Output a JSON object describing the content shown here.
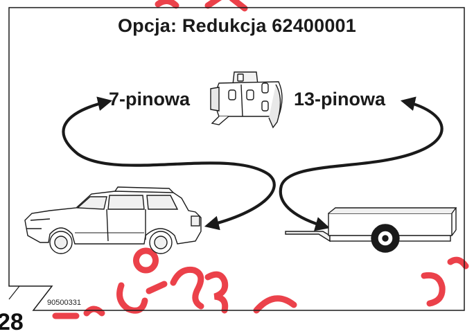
{
  "diagram": {
    "title": "Opcja: Redukcja 62400001",
    "left_label": "7-pinowa",
    "right_label": "13-pinowa",
    "figure_number": "90500331",
    "page_number": "28"
  },
  "colors": {
    "line": "#1a1a1a",
    "watermark": "#e8212b",
    "background": "#ffffff"
  },
  "icons": [
    "adapter-plug-icon",
    "suv-car-icon",
    "trailer-icon"
  ]
}
